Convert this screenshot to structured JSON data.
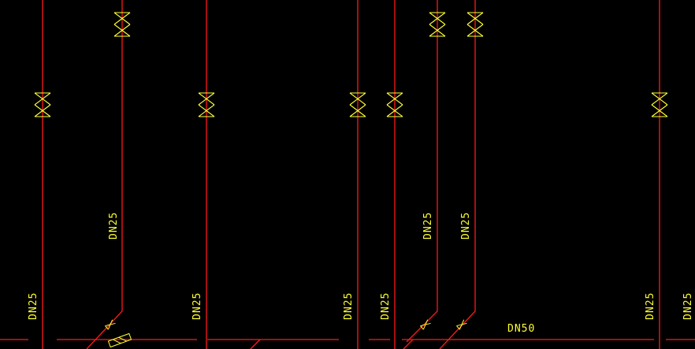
{
  "drawing": {
    "colors": {
      "background": "#000000",
      "pipe": "#ff1a1a",
      "annotation": "#ffff33"
    },
    "labels": {
      "pipe_1_lower": "DN25",
      "pipe_2_upper": "DN25",
      "pipe_3_lower": "DN25",
      "pipe_4_lower": "DN25",
      "pipe_5_lower": "DN25",
      "pipe_6_upper": "DN25",
      "pipe_7_upper": "DN25",
      "pipe_8_lower": "DN25",
      "pipe_9_lower": "DN25",
      "main_pipe": "DN50"
    }
  }
}
